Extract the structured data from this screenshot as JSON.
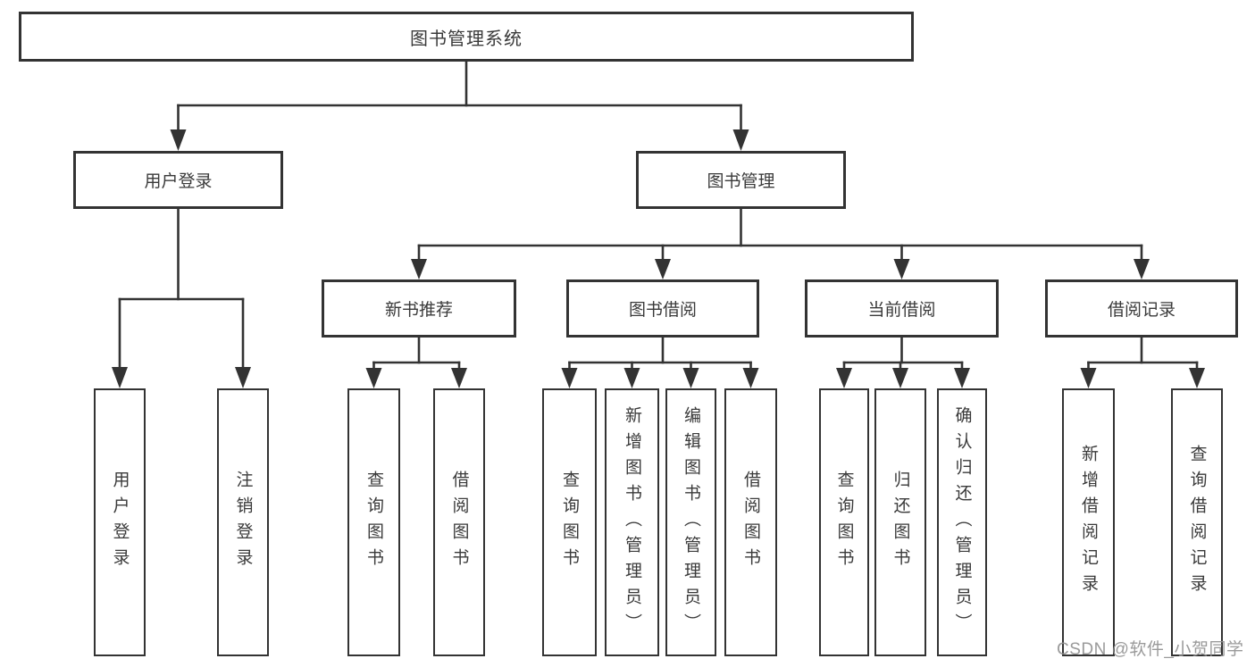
{
  "diagram": {
    "title": "图书管理系统",
    "tree": {
      "root": {
        "label": "图书管理系统",
        "children": [
          {
            "label": "用户登录",
            "children": [
              {
                "label": "用户登录"
              },
              {
                "label": "注销登录"
              }
            ]
          },
          {
            "label": "图书管理",
            "children": [
              {
                "label": "新书推荐",
                "children": [
                  {
                    "label": "查询图书"
                  },
                  {
                    "label": "借阅图书"
                  }
                ]
              },
              {
                "label": "图书借阅",
                "children": [
                  {
                    "label": "查询图书"
                  },
                  {
                    "label": "新增图书（管理员）"
                  },
                  {
                    "label": "编辑图书（管理员）"
                  },
                  {
                    "label": "借阅图书"
                  }
                ]
              },
              {
                "label": "当前借阅",
                "children": [
                  {
                    "label": "查询图书"
                  },
                  {
                    "label": "归还图书"
                  },
                  {
                    "label": "确认归还（管理员）"
                  }
                ]
              },
              {
                "label": "借阅记录",
                "children": [
                  {
                    "label": "新增借阅记录"
                  },
                  {
                    "label": "查询借阅记录"
                  }
                ]
              }
            ]
          }
        ]
      }
    }
  },
  "watermark": {
    "text": "CSDN @软件_小贺同学"
  },
  "colors": {
    "line": "#333333",
    "box_border": "#333333",
    "text": "#3a3a3a",
    "box_background": "#ffffff",
    "page_background": "#ffffff",
    "watermark": "#919191"
  }
}
